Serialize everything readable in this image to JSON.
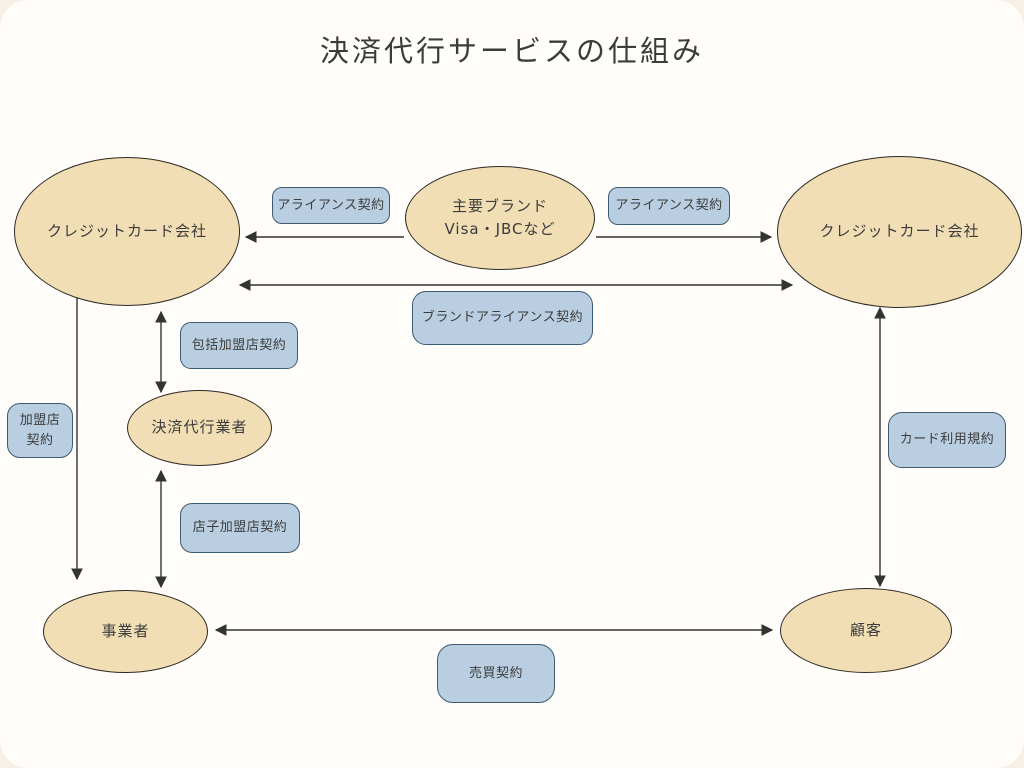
{
  "title": "決済代行サービスの仕組み",
  "nodes": {
    "card_left": {
      "label": "クレジットカード会社"
    },
    "brand": {
      "line1": "主要ブランド",
      "line2": "Visa・JBCなど"
    },
    "card_right": {
      "label": "クレジットカード会社"
    },
    "psp": {
      "label": "決済代行業者"
    },
    "merchant": {
      "label": "事業者"
    },
    "customer": {
      "label": "顧客"
    }
  },
  "contracts": {
    "alliance_left": "アライアンス契約",
    "alliance_right": "アライアンス契約",
    "brand_alliance": "ブランドアライアンス契約",
    "comprehensive_merchant": "包括加盟店契約",
    "merchant_line1": "加盟店",
    "merchant_line2": "契約",
    "tenant_merchant": "店子加盟店契約",
    "card_terms": "カード利用規約",
    "sales": "売買契約"
  },
  "colors": {
    "page_bg": "#f8efe6",
    "canvas_bg": "#fffdfa",
    "node_fill": "#f1deb4",
    "node_border": "#2d2a24",
    "label_fill": "#b9cfe1",
    "label_border": "#3c5a72",
    "arrow": "#333333",
    "text": "#3c3c3c"
  }
}
